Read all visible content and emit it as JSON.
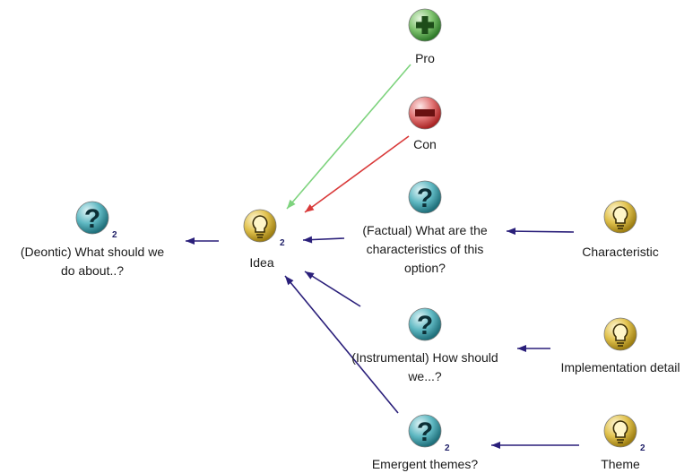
{
  "diagram": {
    "nodes": [
      {
        "id": "pro",
        "icon": "plus-icon",
        "label_lines": [
          "Pro"
        ],
        "badge": ""
      },
      {
        "id": "con",
        "icon": "minus-icon",
        "label_lines": [
          "Con"
        ],
        "badge": ""
      },
      {
        "id": "idea",
        "icon": "lightbulb-icon",
        "label_lines": [
          "Idea"
        ],
        "badge": "2"
      },
      {
        "id": "deontic",
        "icon": "question-icon",
        "label_lines": [
          "(Deontic) What should we",
          "do about..?"
        ],
        "badge": "2"
      },
      {
        "id": "factual",
        "icon": "question-icon",
        "label_lines": [
          "(Factual) What are the",
          "characteristics of this",
          "option?"
        ],
        "badge": ""
      },
      {
        "id": "characteristic",
        "icon": "lightbulb-icon",
        "label_lines": [
          "Characteristic"
        ],
        "badge": ""
      },
      {
        "id": "instrumental",
        "icon": "question-icon",
        "label_lines": [
          "(Instrumental) How should",
          "we...?"
        ],
        "badge": ""
      },
      {
        "id": "implementation",
        "icon": "lightbulb-icon",
        "label_lines": [
          "Implementation detail"
        ],
        "badge": ""
      },
      {
        "id": "emergent",
        "icon": "question-icon",
        "label_lines": [
          "Emergent themes?"
        ],
        "badge": "2"
      },
      {
        "id": "theme",
        "icon": "lightbulb-icon",
        "label_lines": [
          "Theme"
        ],
        "badge": "2"
      }
    ],
    "edges": [
      {
        "from": "pro",
        "to": "idea",
        "color": "#7ed37e"
      },
      {
        "from": "con",
        "to": "idea",
        "color": "#d93a3a"
      },
      {
        "from": "idea",
        "to": "deontic",
        "color": "#2a1f7a"
      },
      {
        "from": "factual",
        "to": "idea",
        "color": "#2a1f7a"
      },
      {
        "from": "characteristic",
        "to": "factual",
        "color": "#2a1f7a"
      },
      {
        "from": "instrumental",
        "to": "idea",
        "color": "#2a1f7a"
      },
      {
        "from": "implementation",
        "to": "instrumental",
        "color": "#2a1f7a"
      },
      {
        "from": "emergent",
        "to": "idea",
        "color": "#2a1f7a"
      },
      {
        "from": "theme",
        "to": "emergent",
        "color": "#2a1f7a"
      }
    ],
    "colors": {
      "pro_icon": "#3f8f3a",
      "con_icon": "#c63434",
      "question_icon": "#2e8f9b",
      "idea_icon": "#c9a520"
    }
  }
}
